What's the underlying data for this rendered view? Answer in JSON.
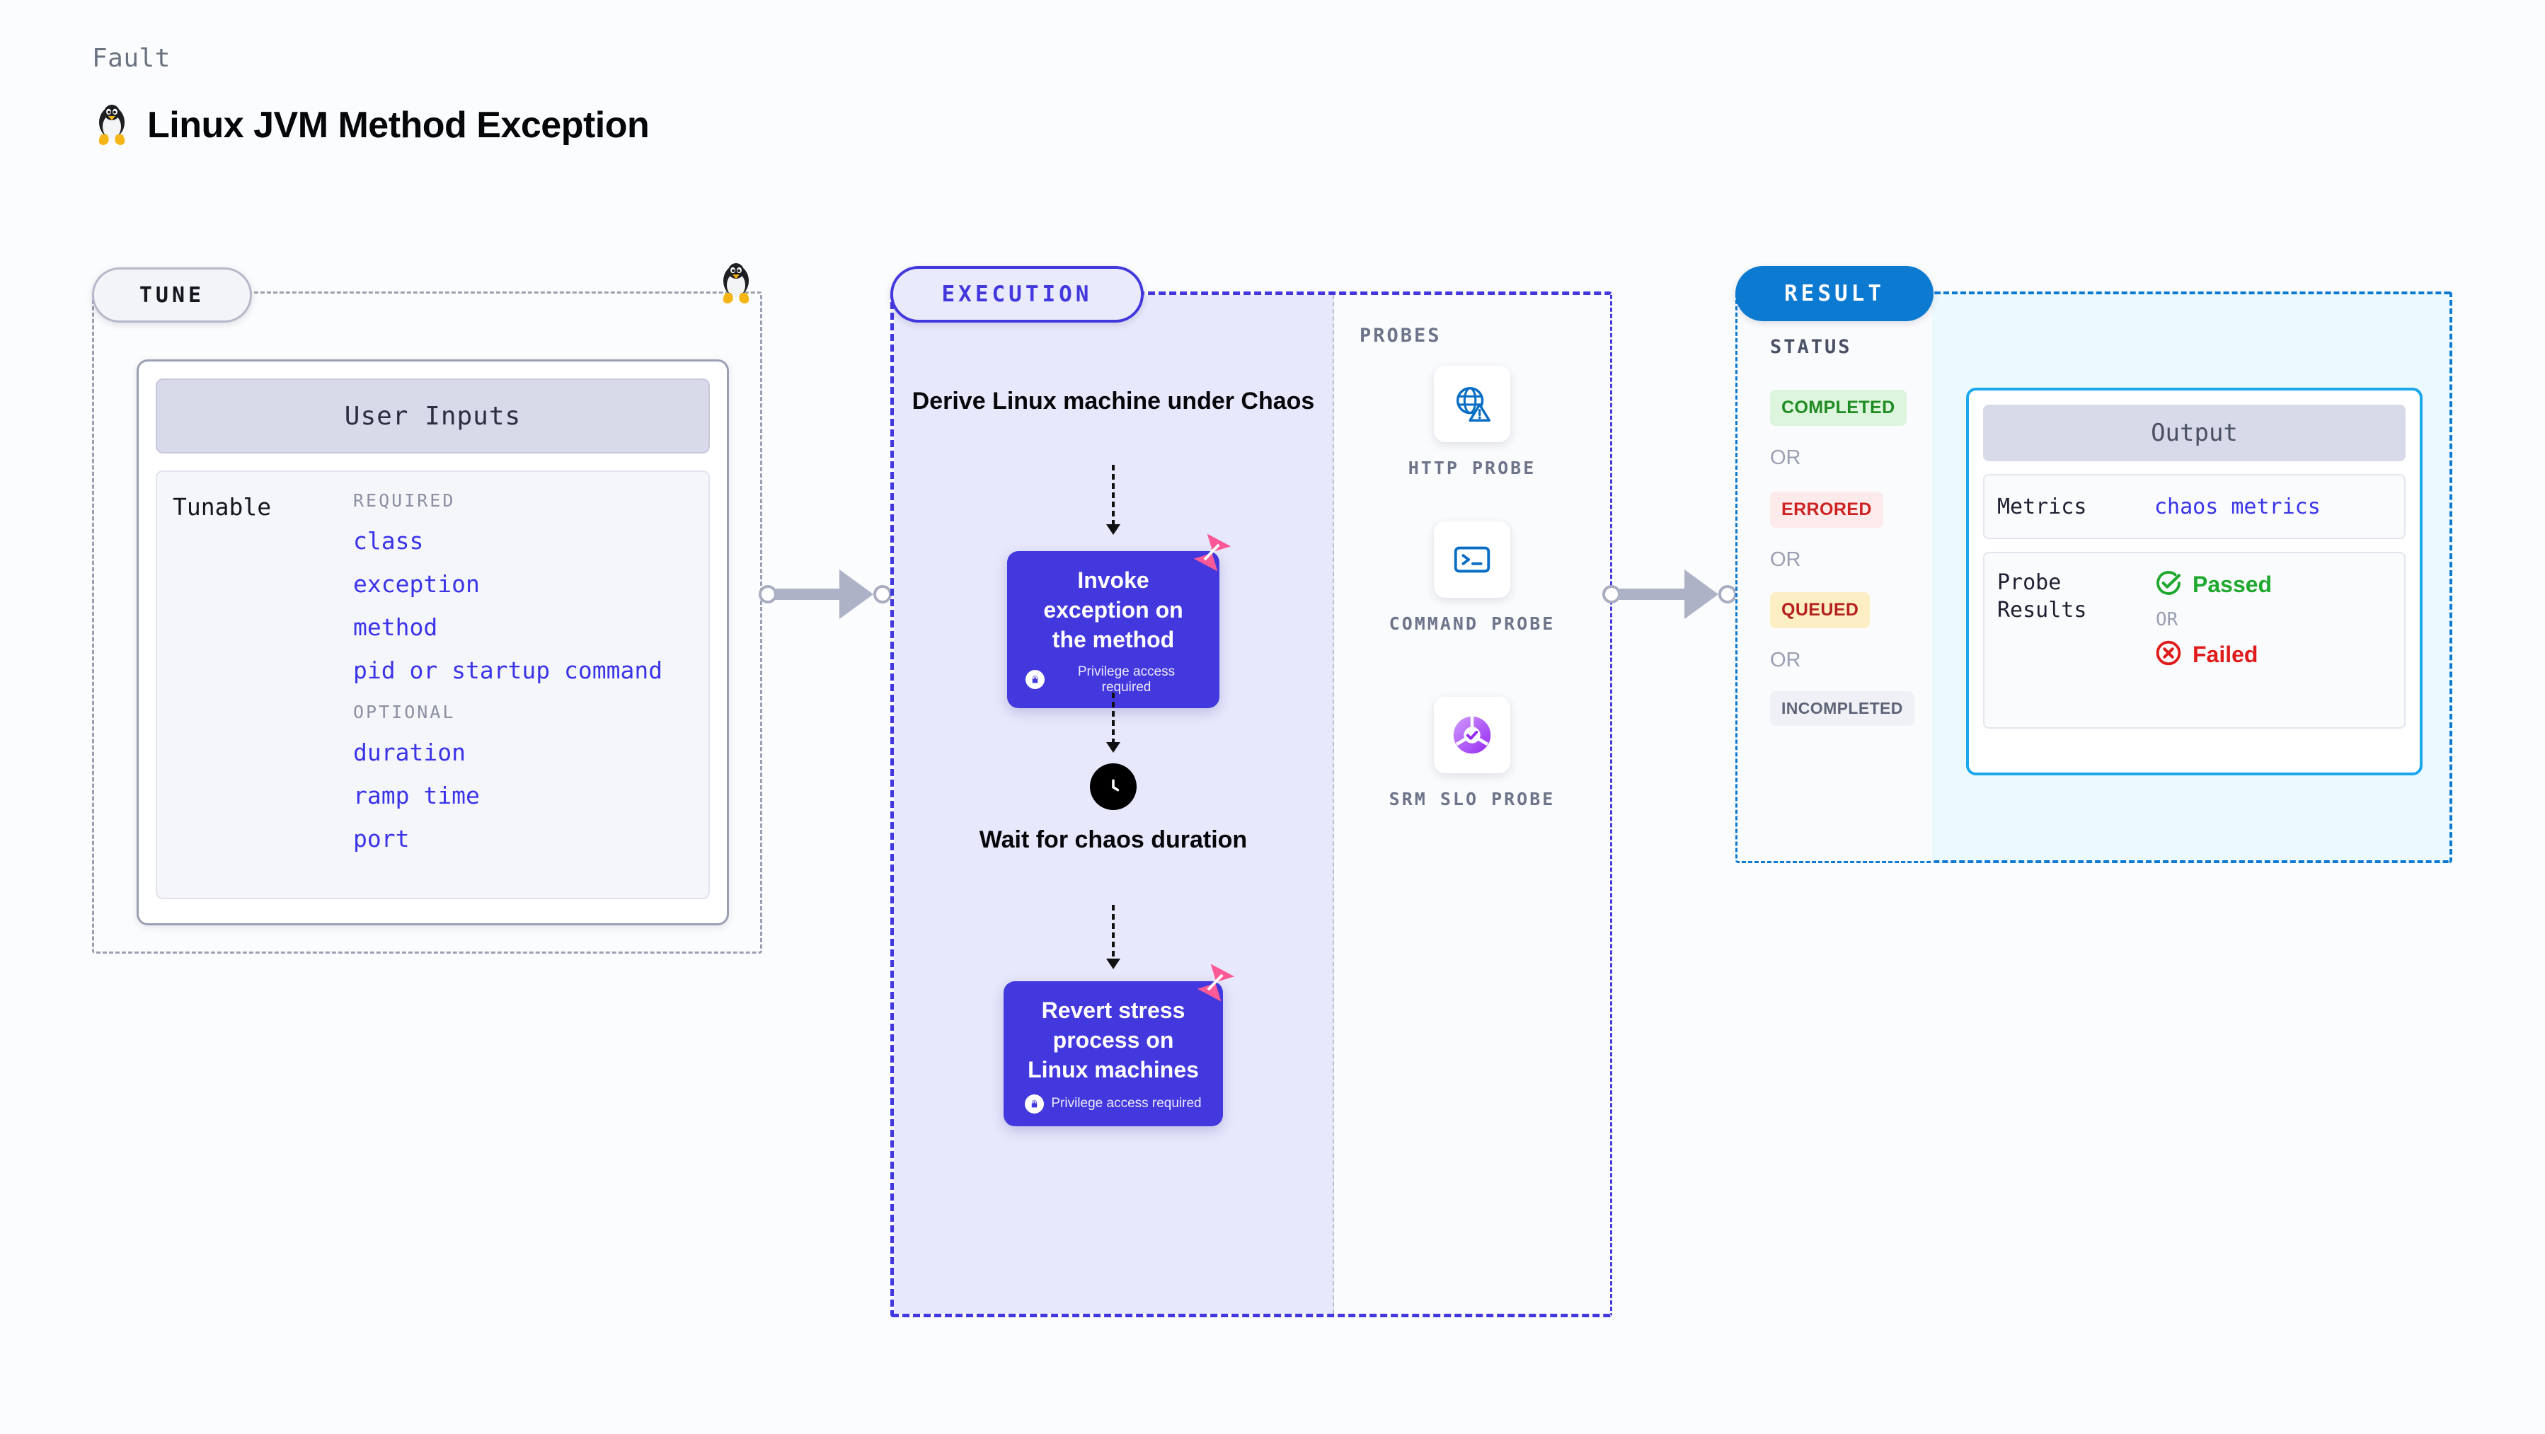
{
  "header": {
    "kicker": "Fault",
    "title": "Linux JVM Method Exception",
    "icon": "linux-tux-penguin-icon"
  },
  "tune": {
    "pill_label": "TUNE",
    "card_title": "User Inputs",
    "tunable_label": "Tunable",
    "groups": [
      {
        "title": "REQUIRED",
        "items": [
          "class",
          "exception",
          "method",
          "pid or startup command"
        ]
      },
      {
        "title": "OPTIONAL",
        "items": [
          "duration",
          "ramp time",
          "port"
        ]
      }
    ],
    "edge_icon": "linux-tux-penguin-icon"
  },
  "execution": {
    "pill_label": "EXECUTION",
    "steps": [
      {
        "type": "text",
        "label": "Derive Linux machine under Chaos"
      },
      {
        "type": "card",
        "label": "Invoke exception on the method",
        "privilege": "Privilege access required",
        "privilege_icon": "lock-icon",
        "badge_icon": "chaos-fault-badge-icon"
      },
      {
        "type": "text",
        "label": "Wait for chaos duration",
        "icon": "clock-icon"
      },
      {
        "type": "card",
        "label": "Revert stress process on Linux machines",
        "privilege": "Privilege access required",
        "privilege_icon": "lock-icon",
        "badge_icon": "chaos-fault-badge-icon"
      }
    ]
  },
  "probes": {
    "title": "PROBES",
    "items": [
      {
        "name": "HTTP PROBE",
        "icon": "globe-warning-icon"
      },
      {
        "name": "COMMAND PROBE",
        "icon": "terminal-prompt-icon"
      },
      {
        "name": "SRM SLO PROBE",
        "icon": "slo-donut-check-icon"
      }
    ]
  },
  "result": {
    "pill_label": "RESULT",
    "status_title": "STATUS",
    "or_label": "OR",
    "statuses": [
      {
        "label": "COMPLETED",
        "bg": "#ddf5dc",
        "fg": "#1f8b23"
      },
      {
        "label": "ERRORED",
        "bg": "#fdeaea",
        "fg": "#cc2222"
      },
      {
        "label": "QUEUED",
        "bg": "#fdefc5",
        "fg": "#b52121"
      },
      {
        "label": "INCOMPLETED",
        "bg": "#f0f1f6",
        "fg": "#5e6478"
      }
    ],
    "output": {
      "title": "Output",
      "metrics_label": "Metrics",
      "metrics_value": "chaos metrics",
      "probe_results_label": "Probe Results",
      "passed_label": "Passed",
      "failed_label": "Failed",
      "or_label": "OR",
      "passed_icon": "check-circle-icon",
      "failed_icon": "x-circle-icon"
    }
  },
  "connectors": [
    {
      "name": "tune-to-execution"
    },
    {
      "name": "probes-to-result"
    }
  ],
  "colors": {
    "accent_indigo": "#4338dd",
    "accent_blue": "#0d7ad2",
    "accent_pink": "#fb5a97",
    "page_bg": "#fbfcfd",
    "exec_bg": "#e7e8fb",
    "output_bg": "#ecfaff"
  }
}
